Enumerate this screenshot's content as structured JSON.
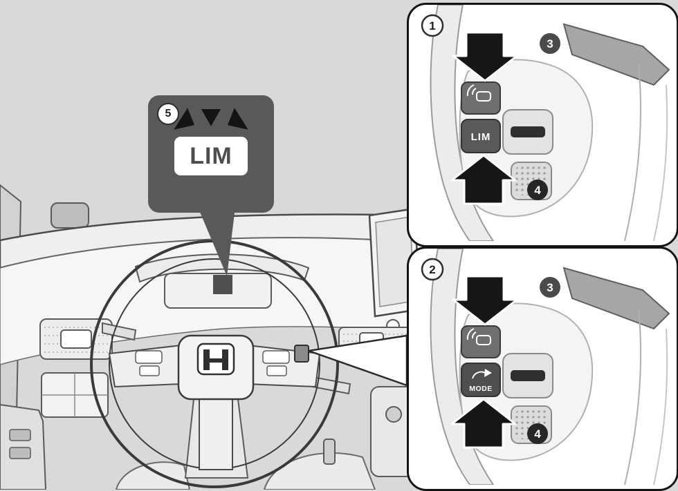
{
  "background_color": "#d9d9d9",
  "callout": {
    "number": "5",
    "label": "LIM"
  },
  "panels": [
    {
      "number": "1",
      "down_arrow_number": "3",
      "up_arrow_number": "4",
      "top_button_icon": "adaptive-cruise-icon",
      "button_label": "LIM"
    },
    {
      "number": "2",
      "down_arrow_number": "3",
      "up_arrow_number": "4",
      "top_button_icon": "adaptive-cruise-icon",
      "button_label": "MODE"
    }
  ],
  "icons": {
    "steering_center": "honda-h-logo",
    "indicator_burst": "indicator-flash-icon",
    "top_button": "adaptive-cruise-icon"
  },
  "colors": {
    "panel_background": "#ffffff",
    "panel_border": "#141414",
    "callout_background": "#58595b",
    "arrow_fill": "#161616",
    "badge_dark_fill": "#3f3f3f",
    "badge_light_fill": "#ffffff"
  }
}
